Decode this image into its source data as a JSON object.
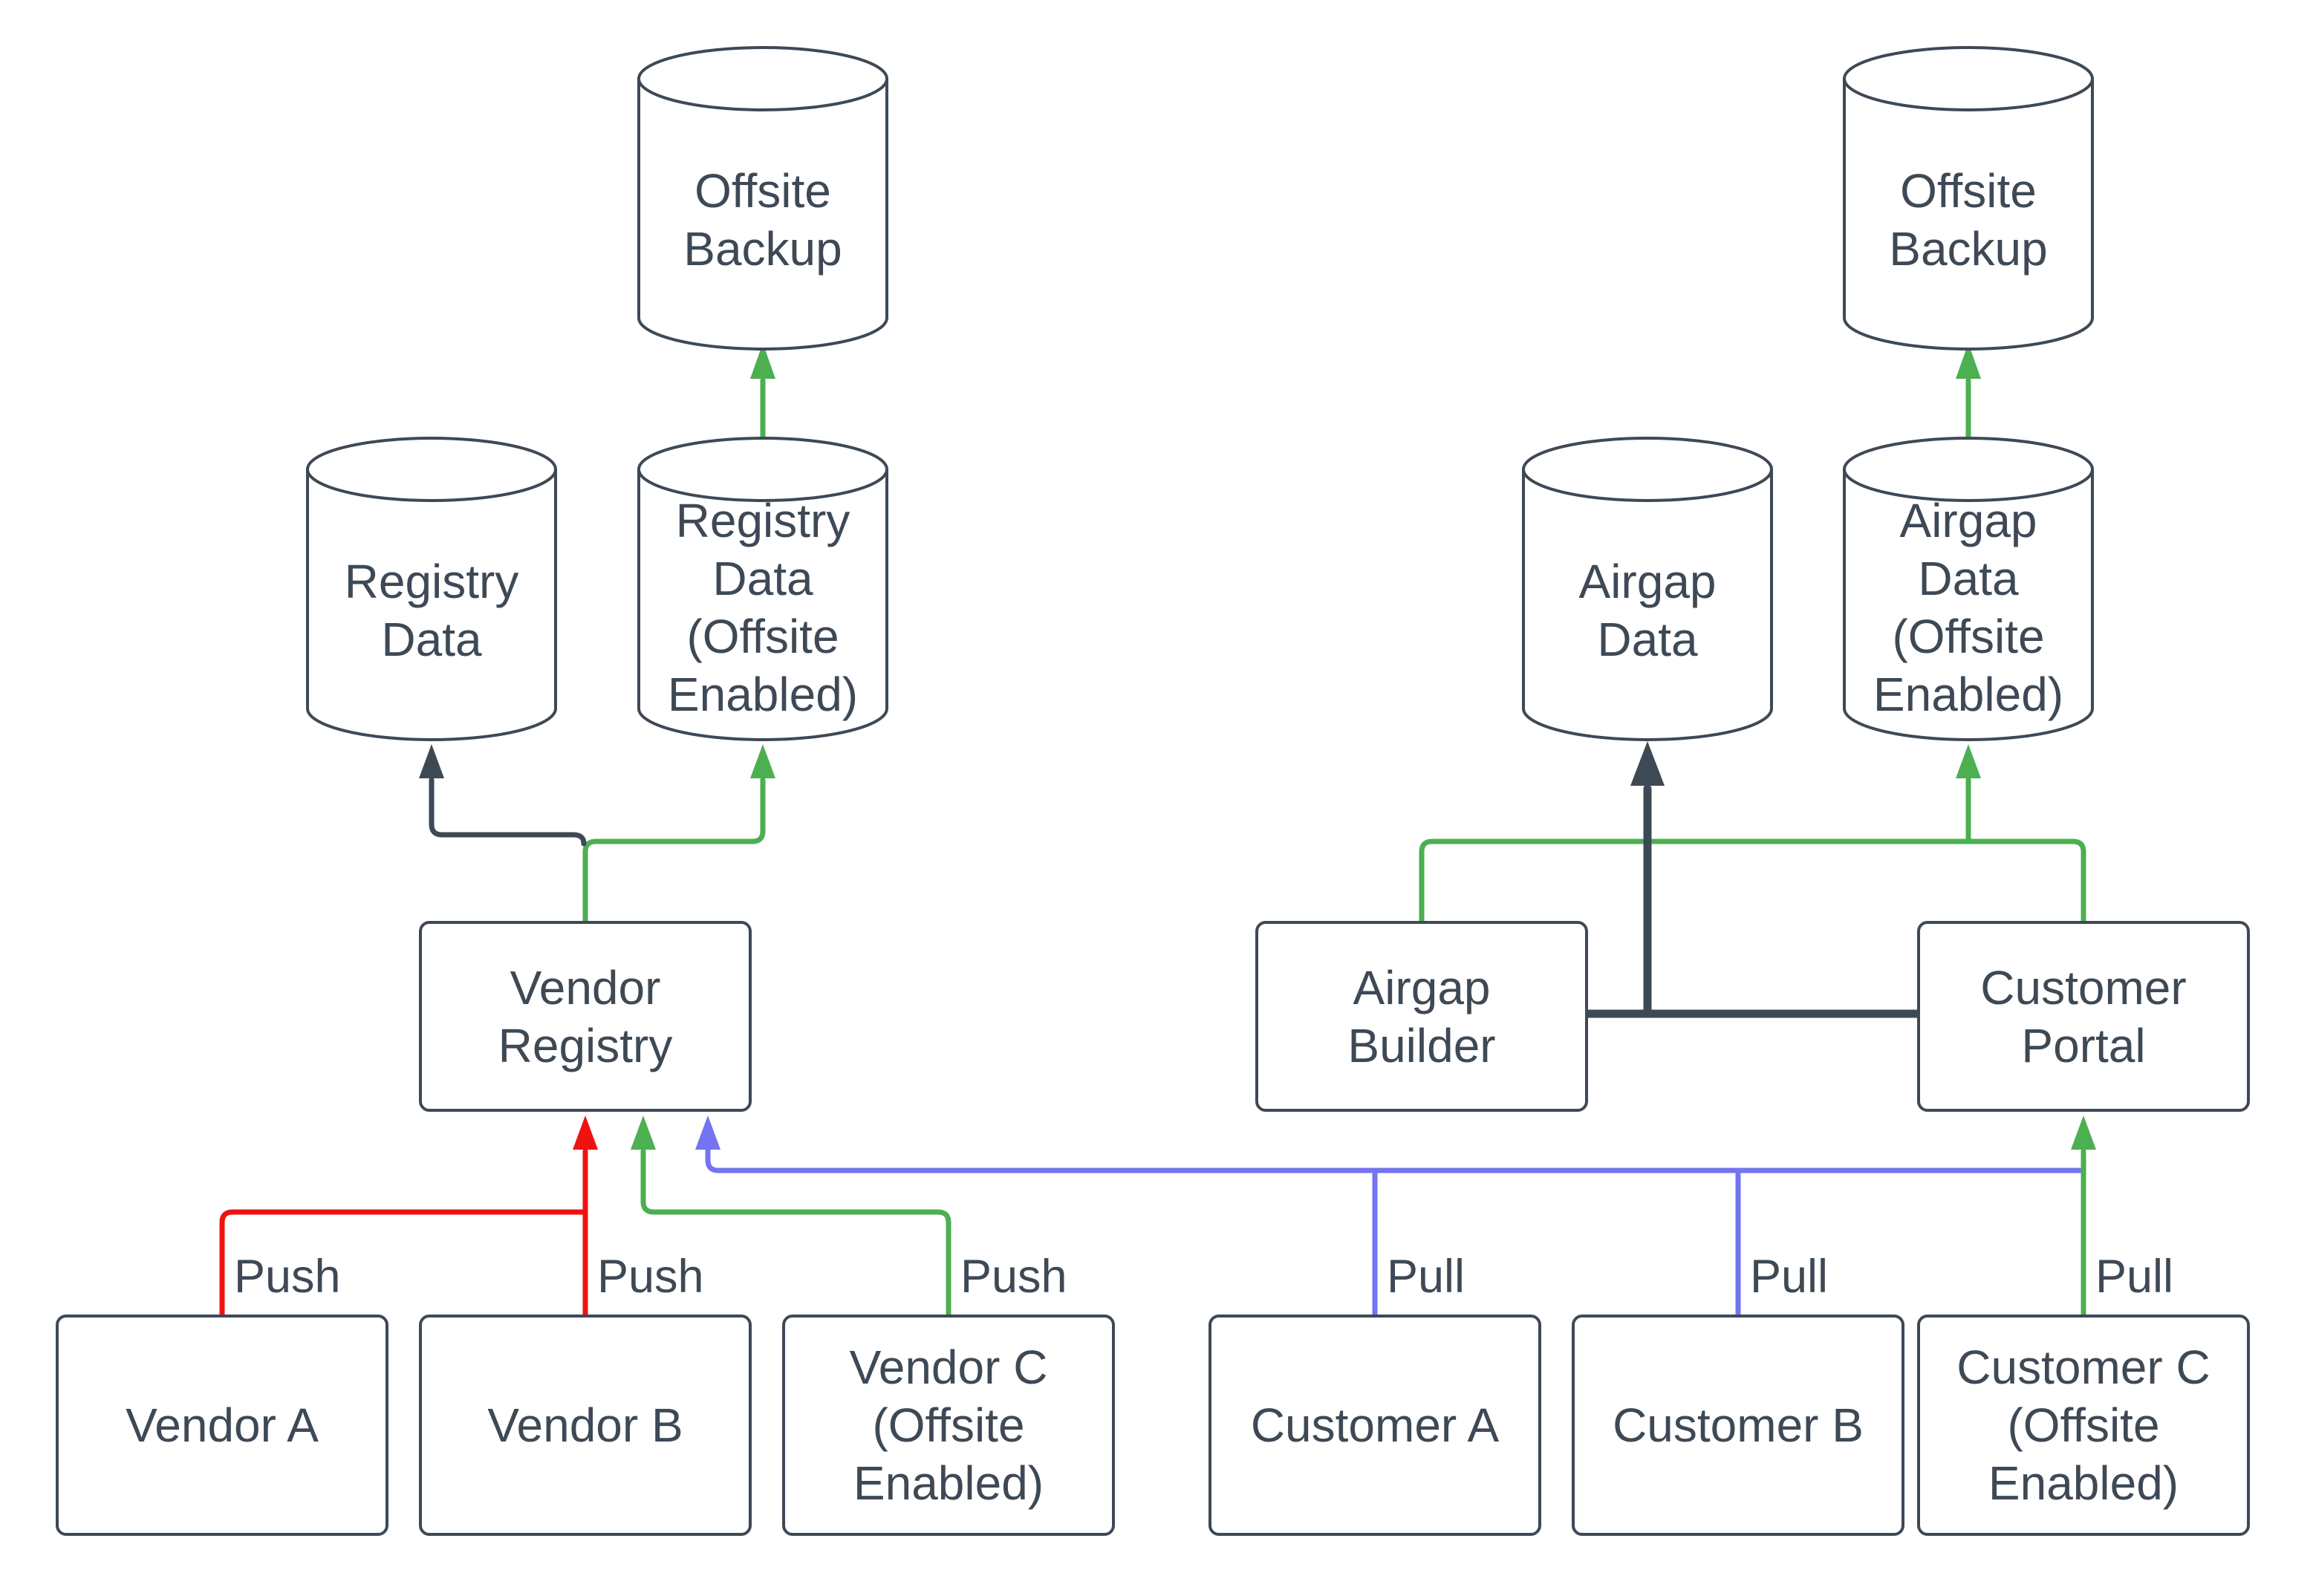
{
  "diagram": {
    "colors": {
      "background": "#FFFFFF",
      "ink": "#3E4956",
      "green": "#4CAF50",
      "red": "#F01111",
      "blue": "#7473F0"
    },
    "nodes": {
      "offsite_backup_left": {
        "label": "Offsite Backup",
        "shape": "cylinder"
      },
      "registry_data": {
        "label": "Registry Data",
        "shape": "cylinder"
      },
      "registry_data_offsite": {
        "label": "Registry Data (Offsite Enabled)",
        "shape": "cylinder"
      },
      "vendor_registry": {
        "label": "Vendor Registry",
        "shape": "rectangle"
      },
      "vendor_a": {
        "label": "Vendor A",
        "shape": "rectangle"
      },
      "vendor_b": {
        "label": "Vendor B",
        "shape": "rectangle"
      },
      "vendor_c": {
        "label": "Vendor C (Offsite Enabled)",
        "shape": "rectangle"
      },
      "offsite_backup_right": {
        "label": "Offsite Backup",
        "shape": "cylinder"
      },
      "airgap_data": {
        "label": "Airgap Data",
        "shape": "cylinder"
      },
      "airgap_data_offsite": {
        "label": "Airgap Data (Offsite Enabled)",
        "shape": "cylinder"
      },
      "airgap_builder": {
        "label": "Airgap Builder",
        "shape": "rectangle"
      },
      "customer_portal": {
        "label": "Customer Portal",
        "shape": "rectangle"
      },
      "customer_a": {
        "label": "Customer A",
        "shape": "rectangle"
      },
      "customer_b": {
        "label": "Customer B",
        "shape": "rectangle"
      },
      "customer_c": {
        "label": "Customer C (Offsite Enabled)",
        "shape": "rectangle"
      }
    },
    "edge_labels": [
      {
        "text": "Push"
      },
      {
        "text": "Push"
      },
      {
        "text": "Push"
      },
      {
        "text": "Pull"
      },
      {
        "text": "Pull"
      },
      {
        "text": "Pull"
      }
    ],
    "edges": [
      {
        "from": "vendor_a",
        "to": "vendor_registry",
        "label": "Push",
        "color": "red"
      },
      {
        "from": "vendor_b",
        "to": "vendor_registry",
        "label": "Push",
        "color": "red"
      },
      {
        "from": "vendor_c",
        "to": "vendor_registry",
        "label": "Push",
        "color": "green"
      },
      {
        "from": "customer_a",
        "to": "vendor_registry",
        "label": "Pull",
        "color": "blue"
      },
      {
        "from": "customer_b",
        "to": "vendor_registry",
        "label": "Pull",
        "color": "blue"
      },
      {
        "from": "customer_c",
        "to": "customer_portal",
        "label": "Pull",
        "color": "green"
      },
      {
        "from": "vendor_registry",
        "to": "registry_data",
        "label": "",
        "color": "ink"
      },
      {
        "from": "vendor_registry",
        "to": "registry_data_offsite",
        "label": "",
        "color": "green"
      },
      {
        "from": "registry_data_offsite",
        "to": "offsite_backup_left",
        "label": "",
        "color": "green"
      },
      {
        "from": "airgap_builder",
        "to": "customer_portal",
        "label": "",
        "color": "ink"
      },
      {
        "from": "airgap_builder",
        "to": "airgap_data",
        "label": "",
        "color": "ink"
      },
      {
        "from": "airgap_builder",
        "to": "airgap_data_offsite",
        "label": "",
        "color": "green"
      },
      {
        "from": "customer_portal",
        "to": "airgap_data_offsite",
        "label": "",
        "color": "green"
      },
      {
        "from": "airgap_data_offsite",
        "to": "offsite_backup_right",
        "label": "",
        "color": "green"
      }
    ]
  }
}
